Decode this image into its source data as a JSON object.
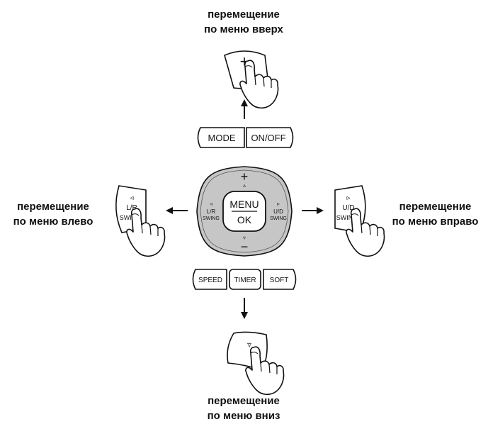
{
  "captions": {
    "up": {
      "line1": "перемещение",
      "line2": "по меню вверх"
    },
    "down": {
      "line1": "перемещение",
      "line2": "по меню вниз"
    },
    "left": {
      "line1": "перемещение",
      "line2": "по меню влево"
    },
    "right": {
      "line1": "перемещение",
      "line2": "по меню вправо"
    }
  },
  "remote": {
    "top_buttons": {
      "mode": "MODE",
      "onoff": "ON/OFF"
    },
    "bottom_buttons": {
      "speed": "SPEED",
      "timer": "TIMER",
      "soft": "SOFT"
    },
    "center": {
      "menu": "MENU",
      "ok": "OK"
    },
    "dpad": {
      "plus": "+",
      "minus": "−",
      "left_line1": "L/R",
      "left_line2": "SWING",
      "right_line1": "U/D",
      "right_line2": "SWING",
      "up_triangle": "▵",
      "down_triangle": "▿",
      "left_triangle": "◃",
      "right_triangle": "▹"
    }
  },
  "zoomed_keys": {
    "up_symbol": "+",
    "down_symbol": "▿",
    "left_symbol": "◃",
    "left_line1": "L/R",
    "left_line2": "SWING",
    "right_symbol": "▹",
    "right_line1": "U/D",
    "right_line2": "SWING"
  },
  "colors": {
    "dpad_fill": "#c6c6c6",
    "outline": "#111111",
    "background": "#ffffff"
  }
}
